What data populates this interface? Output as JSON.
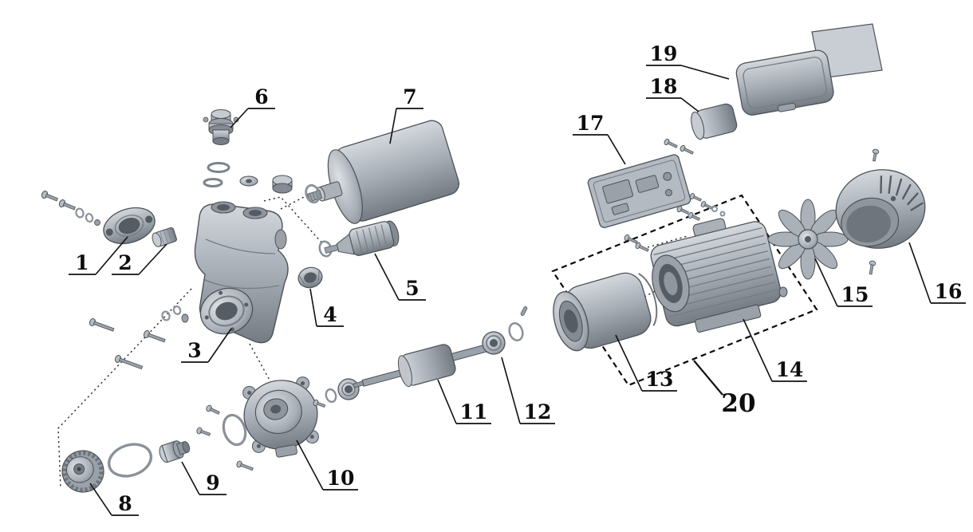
{
  "labels": {
    "1": "1",
    "2": "2",
    "3": "3",
    "4": "4",
    "5": "5",
    "6": "6",
    "7": "7",
    "8": "8",
    "9": "9",
    "10": "10",
    "11": "11",
    "12": "12",
    "13": "13",
    "14": "14",
    "15": "15",
    "16": "16",
    "17": "17",
    "18": "18",
    "19": "19",
    "20": "20"
  }
}
